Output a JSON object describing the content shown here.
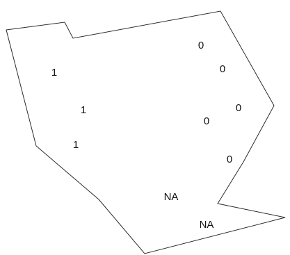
{
  "diagram": {
    "outline_color": "#2b2b2b",
    "text_color": "#111111",
    "labels": [
      {
        "text": "0"
      },
      {
        "text": "0"
      },
      {
        "text": "0"
      },
      {
        "text": "0"
      },
      {
        "text": "0"
      },
      {
        "text": "1"
      },
      {
        "text": "1"
      },
      {
        "text": "1"
      },
      {
        "text": "NA"
      },
      {
        "text": "NA"
      }
    ]
  }
}
